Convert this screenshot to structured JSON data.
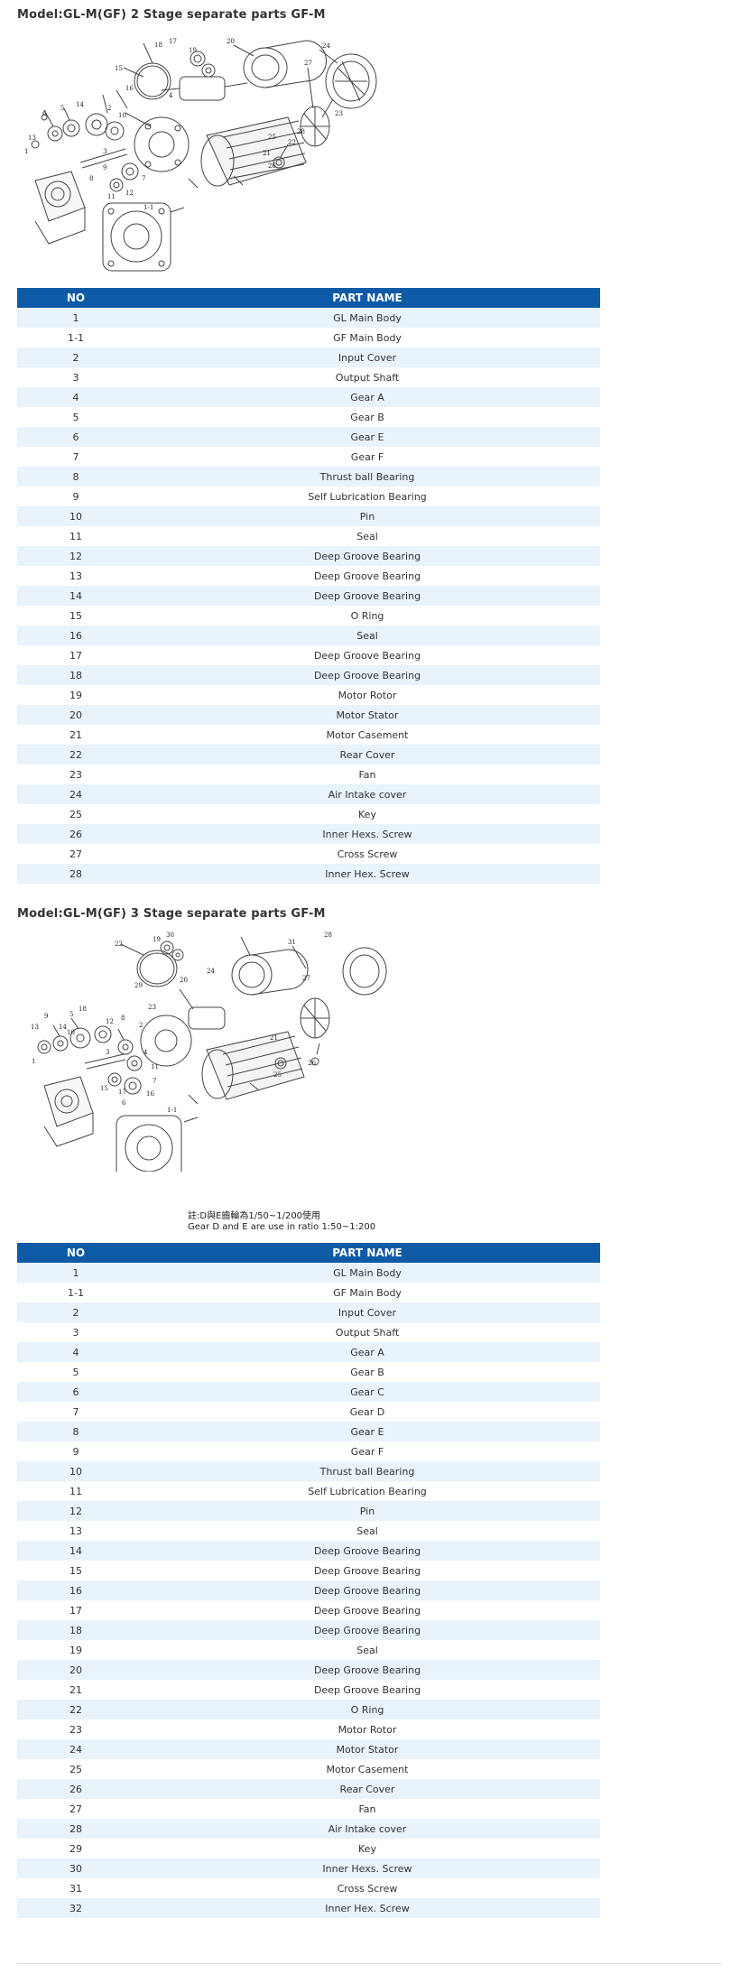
{
  "sections": [
    {
      "title": "Model:GL-M(GF) 2 Stage separate parts GF-M",
      "columns": [
        "NO",
        "PART NAME"
      ],
      "diagram_labels": [
        "18",
        "17",
        "15",
        "19",
        "20",
        "24",
        "27",
        "4",
        "16",
        "14",
        "2",
        "13",
        "6",
        "1",
        "5",
        "3",
        "10",
        "9",
        "7",
        "11",
        "12",
        "8",
        "23",
        "28",
        "22",
        "21",
        "1-1",
        "25",
        "26"
      ],
      "rows": [
        [
          "1",
          "GL Main Body"
        ],
        [
          "1-1",
          "GF Main Body"
        ],
        [
          "2",
          "Input Cover"
        ],
        [
          "3",
          "Output Shaft"
        ],
        [
          "4",
          "Gear A"
        ],
        [
          "5",
          "Gear B"
        ],
        [
          "6",
          "Gear E"
        ],
        [
          "7",
          "Gear F"
        ],
        [
          "8",
          "Thrust ball Bearing"
        ],
        [
          "9",
          "Self Lubrication Bearing"
        ],
        [
          "10",
          "Pin"
        ],
        [
          "11",
          "Seal"
        ],
        [
          "12",
          "Deep Groove Bearing"
        ],
        [
          "13",
          "Deep Groove Bearing"
        ],
        [
          "14",
          "Deep Groove Bearing"
        ],
        [
          "15",
          "O Ring"
        ],
        [
          "16",
          "Seal"
        ],
        [
          "17",
          "Deep Groove Bearing"
        ],
        [
          "18",
          "Deep Groove Bearing"
        ],
        [
          "19",
          "Motor Rotor"
        ],
        [
          "20",
          "Motor Stator"
        ],
        [
          "21",
          "Motor Casement"
        ],
        [
          "22",
          "Rear Cover"
        ],
        [
          "23",
          "Fan"
        ],
        [
          "24",
          "Air Intake cover"
        ],
        [
          "25",
          "Key"
        ],
        [
          "26",
          "Inner Hexs. Screw"
        ],
        [
          "27",
          "Cross Screw"
        ],
        [
          "28",
          "Inner Hex. Screw"
        ]
      ]
    },
    {
      "title": "Model:GL-M(GF) 3 Stage separate parts GF-M",
      "columns": [
        "NO",
        "PART NAME"
      ],
      "note_line1": "註:D與E齒輪為1/50~1/200使用",
      "note_line2": "Gear D and E are use in ratio 1:50~1:200",
      "diagram_labels": [
        "19",
        "30",
        "22",
        "31",
        "28",
        "9",
        "5",
        "18",
        "20",
        "24",
        "27",
        "13",
        "14",
        "12",
        "8",
        "23",
        "3",
        "7",
        "10",
        "4",
        "11",
        "16",
        "21",
        "26",
        "25",
        "6",
        "1",
        "15",
        "17",
        "2",
        "29",
        "1-1"
      ],
      "rows": [
        [
          "1",
          "GL Main Body"
        ],
        [
          "1-1",
          "GF Main Body"
        ],
        [
          "2",
          "Input Cover"
        ],
        [
          "3",
          "Output Shaft"
        ],
        [
          "4",
          "Gear A"
        ],
        [
          "5",
          "Gear B"
        ],
        [
          "6",
          "Gear C"
        ],
        [
          "7",
          "Gear D"
        ],
        [
          "8",
          "Gear E"
        ],
        [
          "9",
          "Gear F"
        ],
        [
          "10",
          "Thrust ball Bearing"
        ],
        [
          "11",
          "Self Lubrication Bearing"
        ],
        [
          "12",
          "Pin"
        ],
        [
          "13",
          "Seal"
        ],
        [
          "14",
          "Deep Groove Bearing"
        ],
        [
          "15",
          "Deep Groove Bearing"
        ],
        [
          "16",
          "Deep Groove Bearing"
        ],
        [
          "17",
          "Deep Groove Bearing"
        ],
        [
          "18",
          "Deep Groove Bearing"
        ],
        [
          "19",
          "Seal"
        ],
        [
          "20",
          "Deep Groove Bearing"
        ],
        [
          "21",
          "Deep Groove Bearing"
        ],
        [
          "22",
          "O Ring"
        ],
        [
          "23",
          "Motor Rotor"
        ],
        [
          "24",
          "Motor Stator"
        ],
        [
          "25",
          "Motor Casement"
        ],
        [
          "26",
          "Rear Cover"
        ],
        [
          "27",
          "Fan"
        ],
        [
          "28",
          "Air Intake cover"
        ],
        [
          "29",
          "Key"
        ],
        [
          "30",
          "Inner Hexs. Screw"
        ],
        [
          "31",
          "Cross Screw"
        ],
        [
          "32",
          "Inner Hex. Screw"
        ]
      ]
    }
  ],
  "colors": {
    "header_bg": "#0e5aa7",
    "header_text": "#ffffff",
    "row_alt_bg": "#e8f3fc",
    "row_bg": "#ffffff",
    "text": "#333333"
  }
}
